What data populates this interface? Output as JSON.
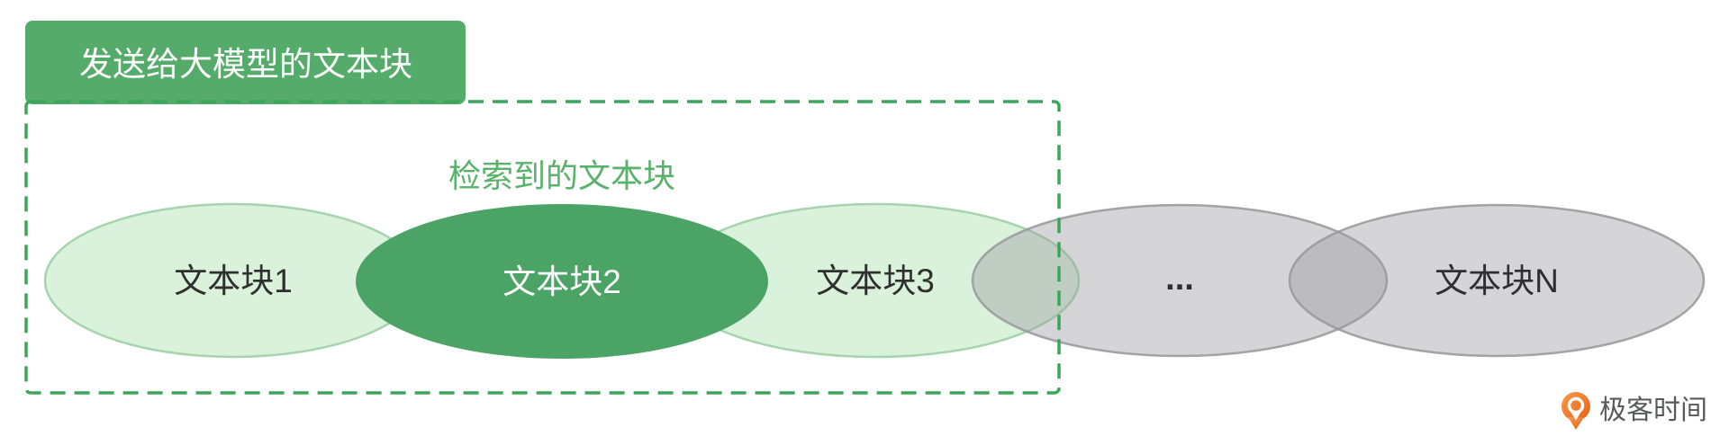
{
  "diagram": {
    "outer_label": "发送给大模型的文本块",
    "retrieved_label": "检索到的文本块",
    "chunks": [
      {
        "label": "文本块1",
        "type": "light"
      },
      {
        "label": "文本块2",
        "type": "retrieved"
      },
      {
        "label": "文本块3",
        "type": "light"
      },
      {
        "label": "...",
        "type": "gray"
      },
      {
        "label": "文本块N",
        "type": "gray"
      }
    ],
    "colors": {
      "label_box_green": "#55ab6a",
      "retrieved_ellipse_green": "#4ba465",
      "light_green_fill": "#daf2dc",
      "light_green_stroke": "#a6d4ad",
      "dashed_border_green": "#3ba55c",
      "retrieved_text_green": "#58b269",
      "gray_fill": "#9b9b9f",
      "gray_stroke": "#97979b",
      "dark_text": "#2f2f2f",
      "white_text": "#ffffff",
      "logo_orange_light": "#f79b4d",
      "logo_orange_dark": "#ea5f12",
      "logo_text_gray": "#58595b"
    }
  },
  "watermark": {
    "text": "极客时间"
  }
}
